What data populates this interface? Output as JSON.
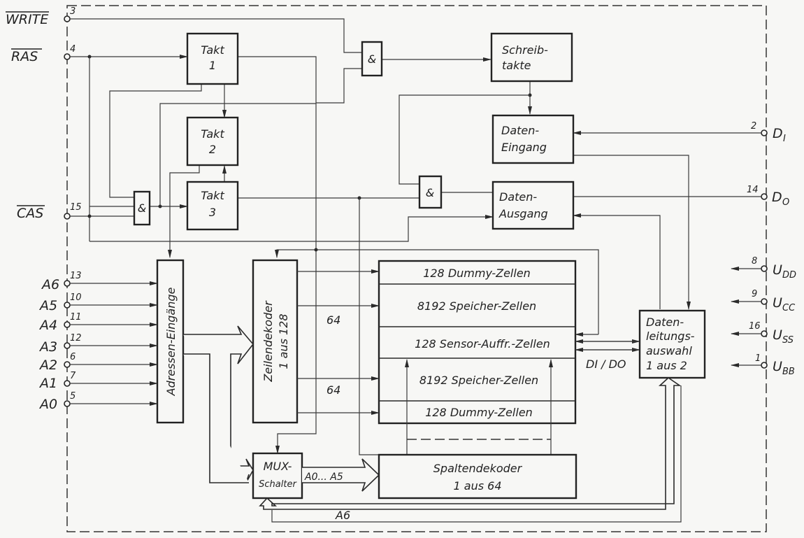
{
  "diagram": {
    "title": "",
    "pins_left": [
      {
        "name": "WRITE",
        "number": "3",
        "overbar": true
      },
      {
        "name": "RAS",
        "number": "4",
        "overbar": true
      },
      {
        "name": "CAS",
        "number": "15",
        "overbar": true
      },
      {
        "name": "A6",
        "number": "13"
      },
      {
        "name": "A5",
        "number": "10"
      },
      {
        "name": "A4",
        "number": "11"
      },
      {
        "name": "A3",
        "number": "12"
      },
      {
        "name": "A2",
        "number": "6"
      },
      {
        "name": "A1",
        "number": "7"
      },
      {
        "name": "A0",
        "number": "5"
      }
    ],
    "pins_right": [
      {
        "name": "D",
        "sub": "I",
        "number": "2"
      },
      {
        "name": "D",
        "sub": "O",
        "number": "14"
      },
      {
        "name": "U",
        "sub": "DD",
        "number": "8"
      },
      {
        "name": "U",
        "sub": "CC",
        "number": "9"
      },
      {
        "name": "U",
        "sub": "SS",
        "number": "16"
      },
      {
        "name": "U",
        "sub": "BB",
        "number": "1"
      }
    ],
    "blocks": {
      "takt1": [
        "Takt",
        "1"
      ],
      "takt2": [
        "Takt",
        "2"
      ],
      "takt3": [
        "Takt",
        "3"
      ],
      "schreibtakte": [
        "Schreib-",
        "takte"
      ],
      "daten_eingang": [
        "Daten-",
        "Eingang"
      ],
      "daten_ausgang": [
        "Daten-",
        "Ausgang"
      ],
      "adressen": "Adressen-Eingänge",
      "zeilendekoder": [
        "Zeilendekoder",
        "1 aus 128"
      ],
      "mux": [
        "MUX-",
        "Schalter"
      ],
      "spaltendekoder": [
        "Spaltendekoder",
        "1 aus 64"
      ],
      "datenleitung": [
        "Daten-",
        "leitungs-",
        "auswahl",
        "1 aus 2"
      ],
      "and_gate": "&"
    },
    "memory_rows": [
      "128 Dummy-Zellen",
      "8192 Speicher-Zellen",
      "128 Sensor-Auffr.-Zellen",
      "8192 Speicher-Zellen",
      "128 Dummy-Zellen"
    ],
    "wire_labels": {
      "row_count_top": "64",
      "row_count_bottom": "64",
      "data_io": "DI / DO",
      "mux_out": "A0... A5",
      "a6_bus": "A6"
    }
  }
}
